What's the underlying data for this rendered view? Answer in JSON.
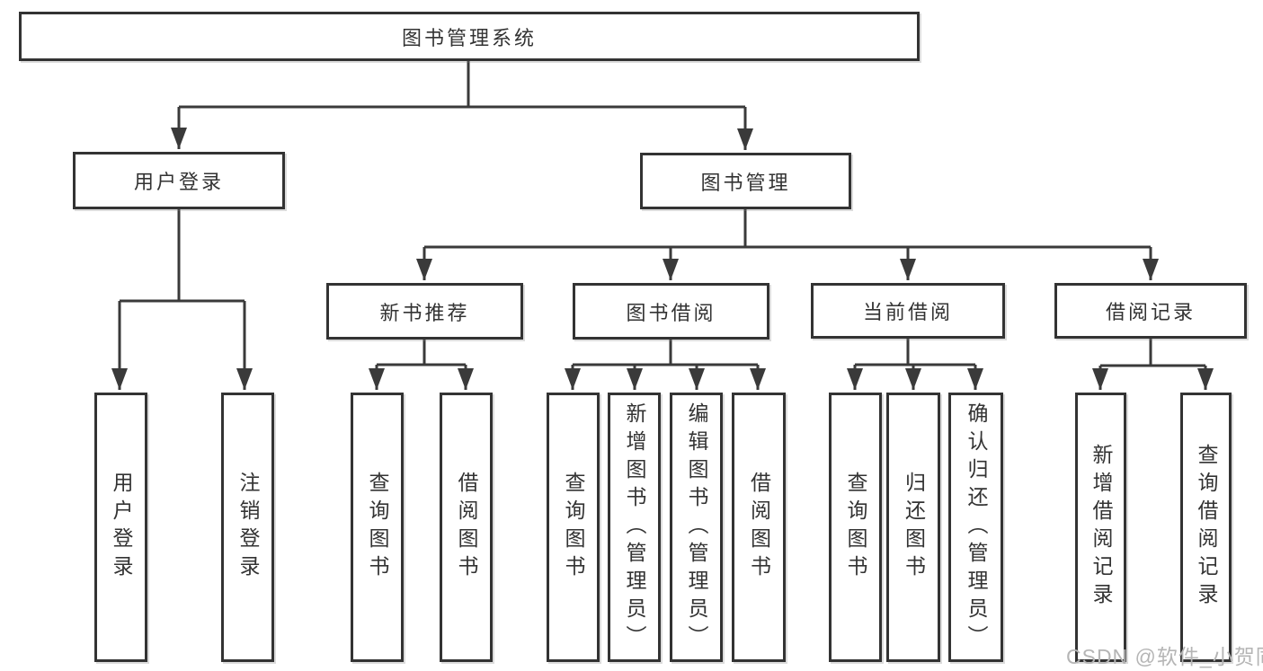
{
  "colors": {
    "line": "#3a3a3a",
    "box_border": "#333333",
    "text": "#333333",
    "watermark": "#b5b5b5",
    "background": "#ffffff"
  },
  "tree": {
    "label": "图书管理系统",
    "children": [
      {
        "label": "用户登录",
        "children": [
          {
            "label": "用户登录"
          },
          {
            "label": "注销登录"
          }
        ]
      },
      {
        "label": "图书管理",
        "children": [
          {
            "label": "新书推荐",
            "children": [
              {
                "label": "查询图书"
              },
              {
                "label": "借阅图书"
              }
            ]
          },
          {
            "label": "图书借阅",
            "children": [
              {
                "label": "查询图书"
              },
              {
                "label": "新增图书（管理员）"
              },
              {
                "label": "编辑图书（管理员）"
              },
              {
                "label": "借阅图书"
              }
            ]
          },
          {
            "label": "当前借阅",
            "children": [
              {
                "label": "查询图书"
              },
              {
                "label": "归还图书"
              },
              {
                "label": "确认归还（管理员）"
              }
            ]
          },
          {
            "label": "借阅记录",
            "children": [
              {
                "label": "新增借阅记录"
              },
              {
                "label": "查询借阅记录"
              }
            ]
          }
        ]
      }
    ]
  },
  "watermark": "CSDN @软件_小贺同学"
}
